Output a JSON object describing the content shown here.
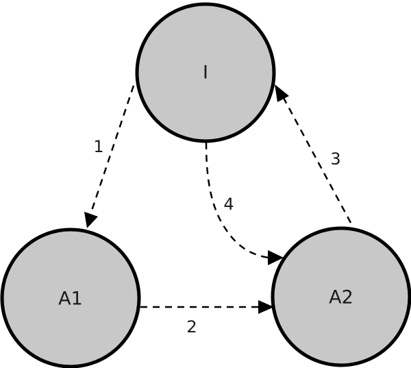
{
  "diagram": {
    "colors": {
      "node_fill": "#c8c8c8",
      "node_stroke": "#000000",
      "edge_stroke": "#000000",
      "text": "#1a1a1a",
      "background": "#ffffff"
    },
    "nodes": [
      {
        "id": "I",
        "label": "I"
      },
      {
        "id": "A1",
        "label": "A1"
      },
      {
        "id": "A2",
        "label": "A2"
      }
    ],
    "edges": [
      {
        "from": "I",
        "to": "A1",
        "label": "1",
        "style": "dashed"
      },
      {
        "from": "A1",
        "to": "A2",
        "label": "2",
        "style": "dashed"
      },
      {
        "from": "A2",
        "to": "I",
        "label": "3",
        "style": "dashed"
      },
      {
        "from": "I",
        "to": "A2",
        "label": "4",
        "style": "dashed-curved"
      }
    ]
  }
}
